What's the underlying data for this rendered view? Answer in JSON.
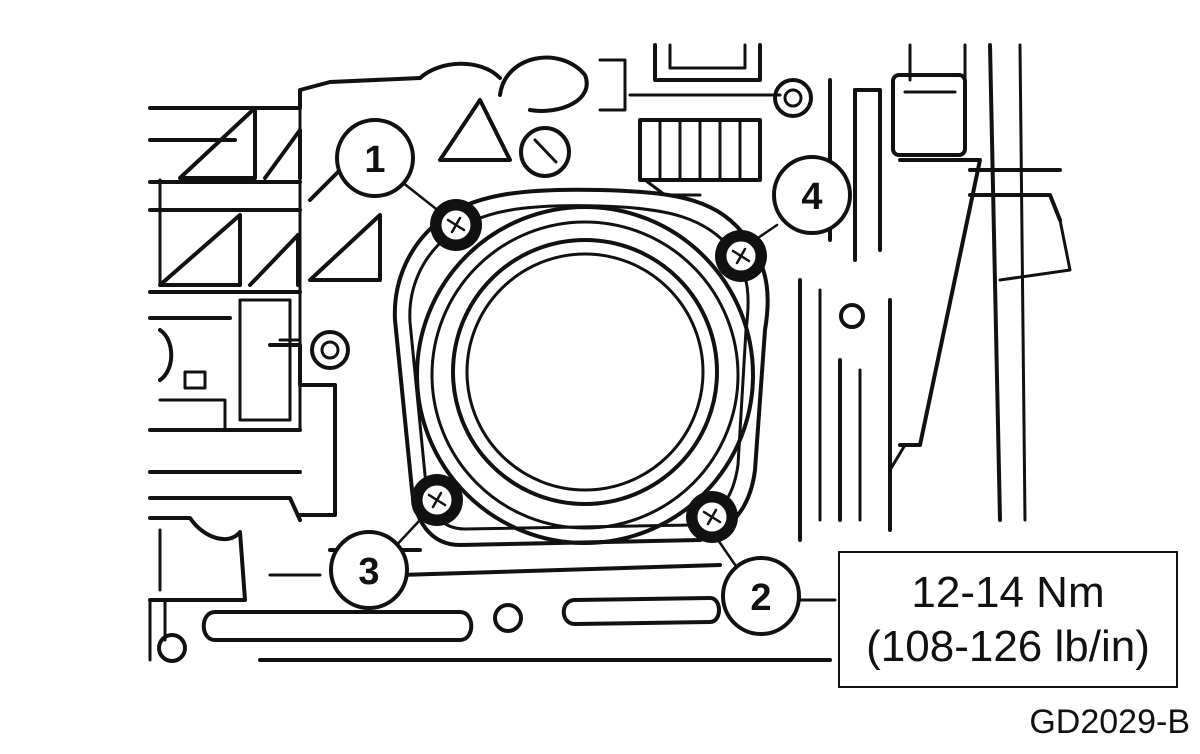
{
  "callouts": [
    "1",
    "2",
    "3",
    "4"
  ],
  "torque_spec": {
    "metric": "12-14 Nm",
    "imperial": "(108-126 lb/in)"
  },
  "figure_id": "GD2029-B",
  "colors": {
    "line": "#111111",
    "background": "#ffffff"
  }
}
